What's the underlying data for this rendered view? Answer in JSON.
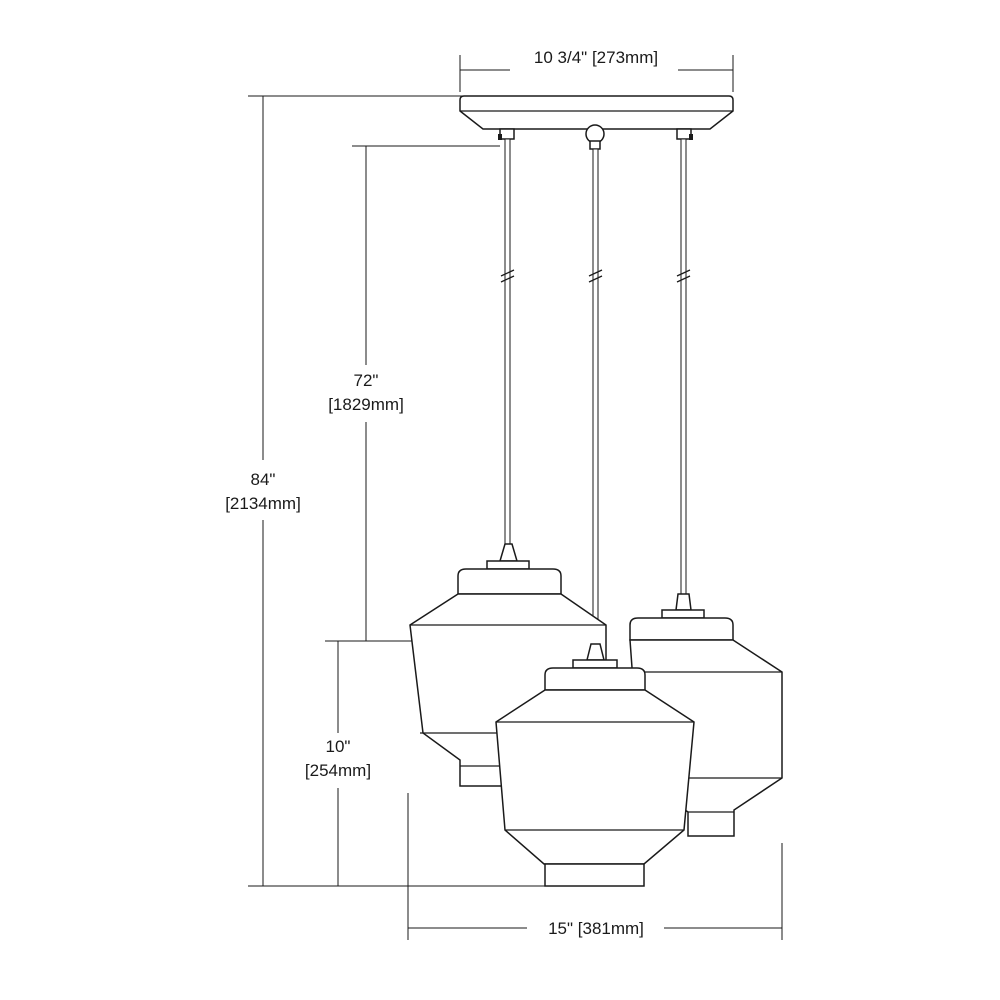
{
  "dimensions": {
    "canopy_width": "10 3/4\" [273mm]",
    "overall_height": {
      "imperial": "84\"",
      "metric": "[2134mm]"
    },
    "cord_length": {
      "imperial": "72\"",
      "metric": "[1829mm]"
    },
    "shade_height": {
      "imperial": "10\"",
      "metric": "[254mm]"
    },
    "overall_width": "15\" [381mm]"
  },
  "colors": {
    "line": "#1a1a1a",
    "background": "#ffffff"
  }
}
